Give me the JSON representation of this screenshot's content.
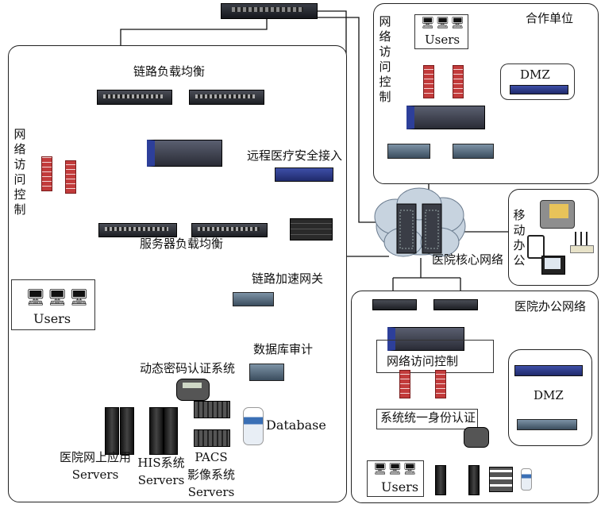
{
  "left_zone": {
    "link_lb": "链路负载均衡",
    "nac": "网络访问控制",
    "telemed": "远程医疗安全接入",
    "server_lb": "服务器负载均衡",
    "link_accel": "链路加速网关",
    "users": "Users",
    "db_audit": "数据库审计",
    "otp_auth": "动态密码认证系统",
    "database": "Database",
    "web_app_l1": "医院网上应用",
    "web_app_l2": "Servers",
    "his_l1": "HIS系统",
    "his_l2": "Servers",
    "pacs_l1": "PACS",
    "pacs_l2": "影像系统",
    "pacs_l3": "Servers"
  },
  "partner_zone": {
    "title": "合作单位",
    "nac": "网络访问控制",
    "users": "Users",
    "dmz": "DMZ"
  },
  "mobile_zone": {
    "title": "移动办公"
  },
  "core": {
    "label": "医院核心网络"
  },
  "office_zone": {
    "title": "医院办公网络",
    "nac": "网络访问控制",
    "dmz": "DMZ",
    "identity": "系统统一身份认证",
    "users": "Users"
  },
  "colors": {
    "firewall": "#c23b3b",
    "device_dark": "#2b2d33",
    "device_blue": "#2d3f9a",
    "cloud": "#c7d3df"
  }
}
